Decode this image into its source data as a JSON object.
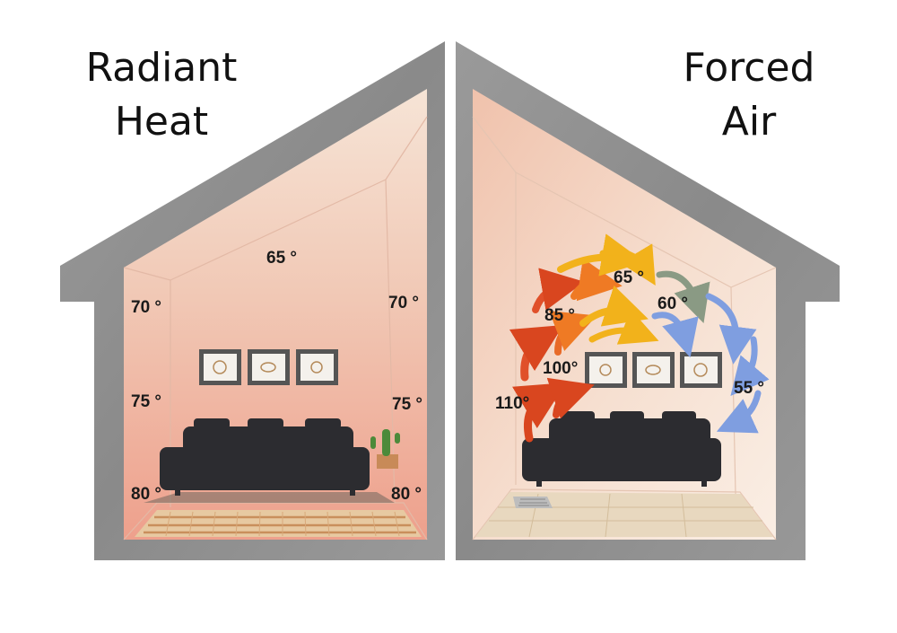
{
  "radiant": {
    "title_line1": "Radiant",
    "title_line2": "Heat",
    "temp_ceiling": "65 °",
    "temp_high_left": "70 °",
    "temp_high_right": "70 °",
    "temp_mid_left": "75 °",
    "temp_mid_right": "75 °",
    "temp_floor_left": "80 °",
    "temp_floor_right": "80 °"
  },
  "forced_air": {
    "title_line1": "Forced",
    "title_line2": "Air",
    "temp_top": "65 °",
    "temp_upper_right": "60 °",
    "temp_upper_left": "85 °",
    "temp_mid": "100°",
    "temp_low": "110°",
    "temp_right": "55 °"
  },
  "colors": {
    "wall": "#8f8f8f",
    "radiant_room": "#f2c4b3",
    "forced_room": "#f3d8c8",
    "hot_arrow": "#d9461f",
    "warm_arrow": "#f2b21b",
    "neutral_arrow": "#8a9a84",
    "cool_arrow": "#7f9ee0"
  }
}
